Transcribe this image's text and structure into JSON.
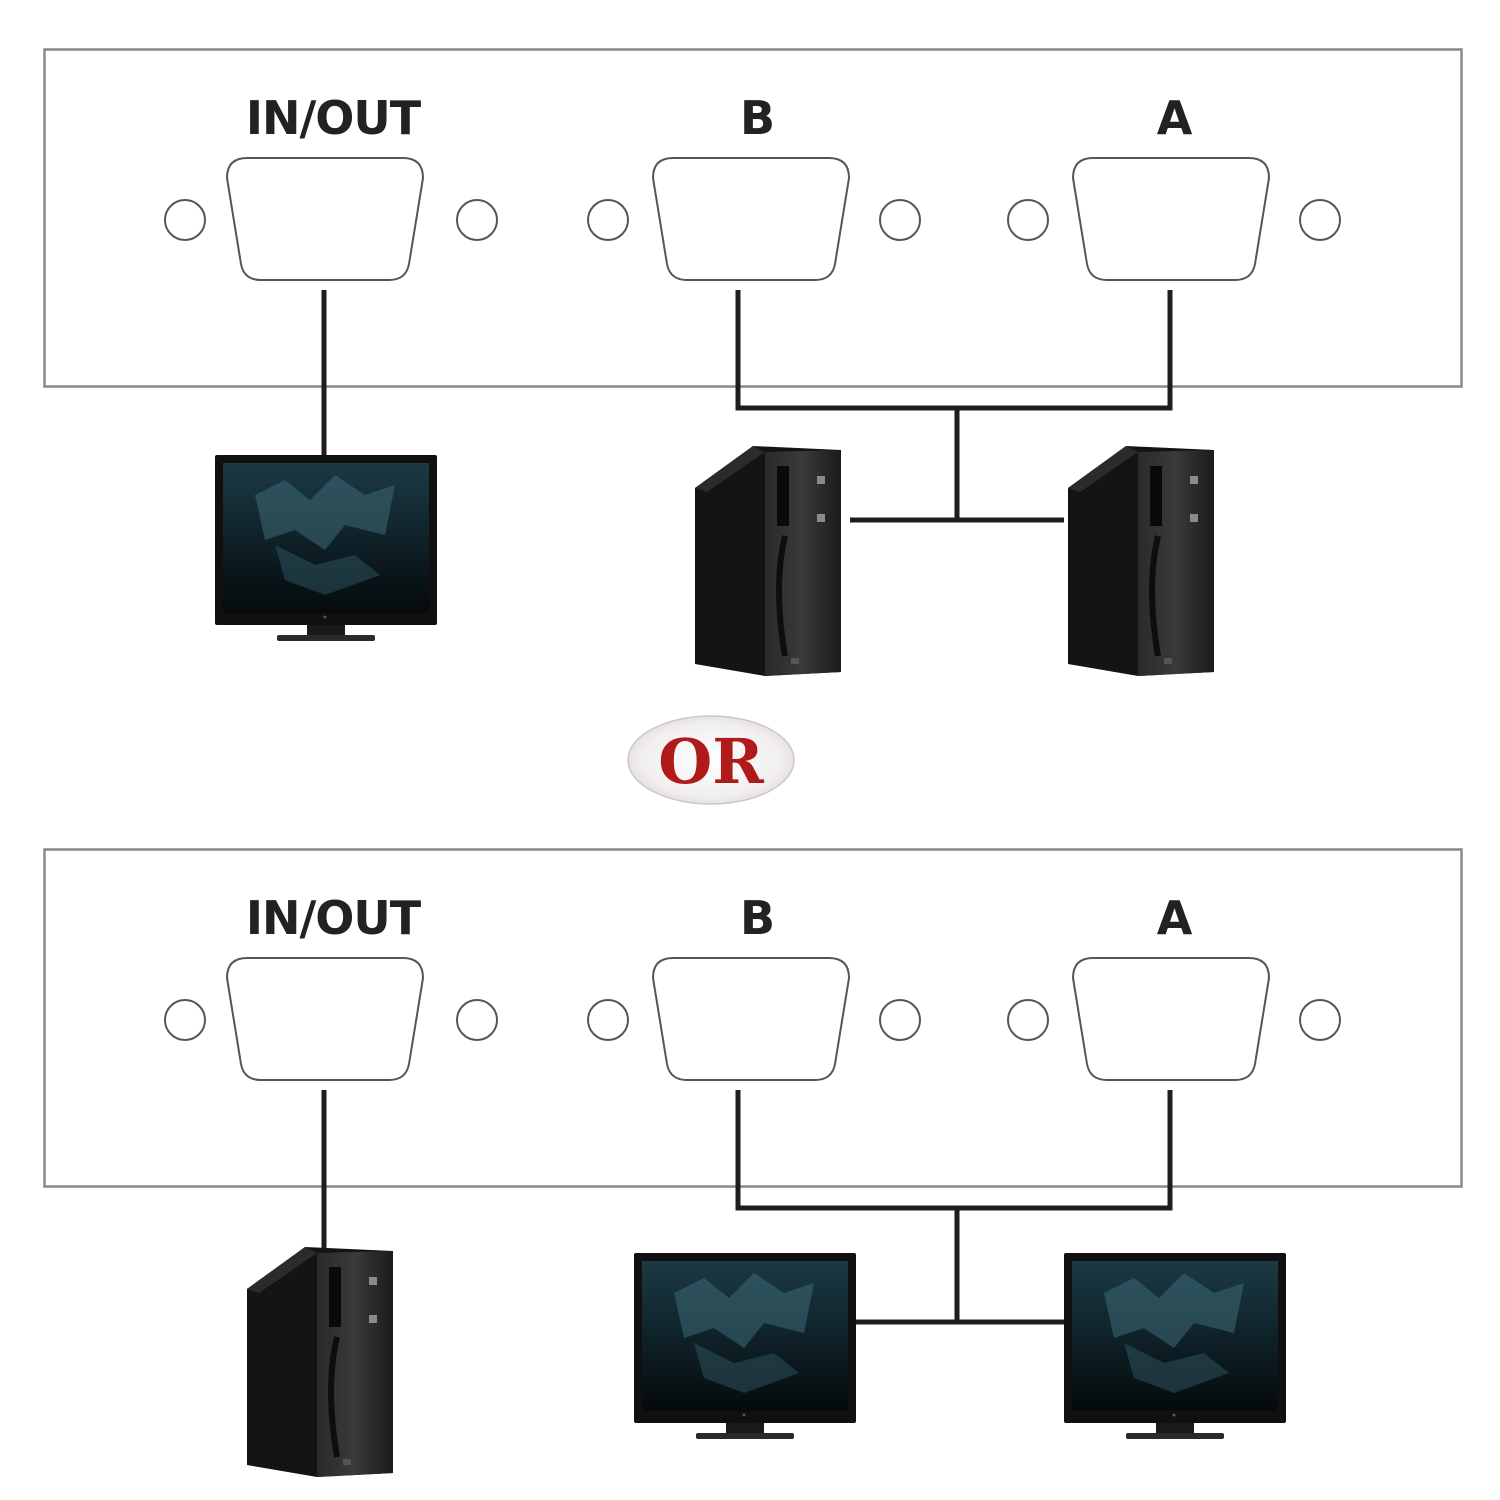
{
  "switch_top": {
    "port_in_out_label": "IN/OUT",
    "port_b_label": "B",
    "port_a_label": "A"
  },
  "switch_bottom": {
    "port_in_out_label": "IN/OUT",
    "port_b_label": "B",
    "port_a_label": "A"
  },
  "divider": {
    "or_label": "OR",
    "or_color": "#b11a1a"
  },
  "colors": {
    "wire": "#1e1e1e",
    "panel_border": "#8a8a8a",
    "device_body": "#141414"
  }
}
